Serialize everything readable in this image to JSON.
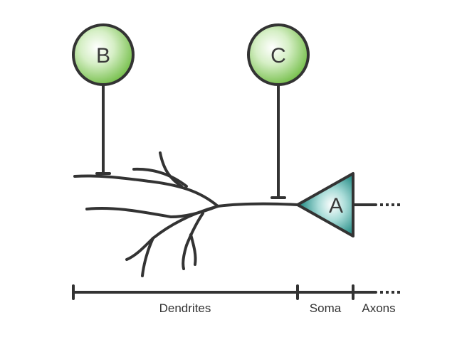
{
  "neurons": {
    "b": {
      "label": "B",
      "fill": "#8fce6a"
    },
    "c": {
      "label": "C",
      "fill": "#8fce6a"
    },
    "a": {
      "label": "A",
      "fill": "#3a9b96"
    }
  },
  "regions": {
    "dendrites": "Dendrites",
    "soma": "Soma",
    "axons": "Axons"
  },
  "colors": {
    "stroke": "#333333",
    "neuron_outline": "#333333"
  }
}
